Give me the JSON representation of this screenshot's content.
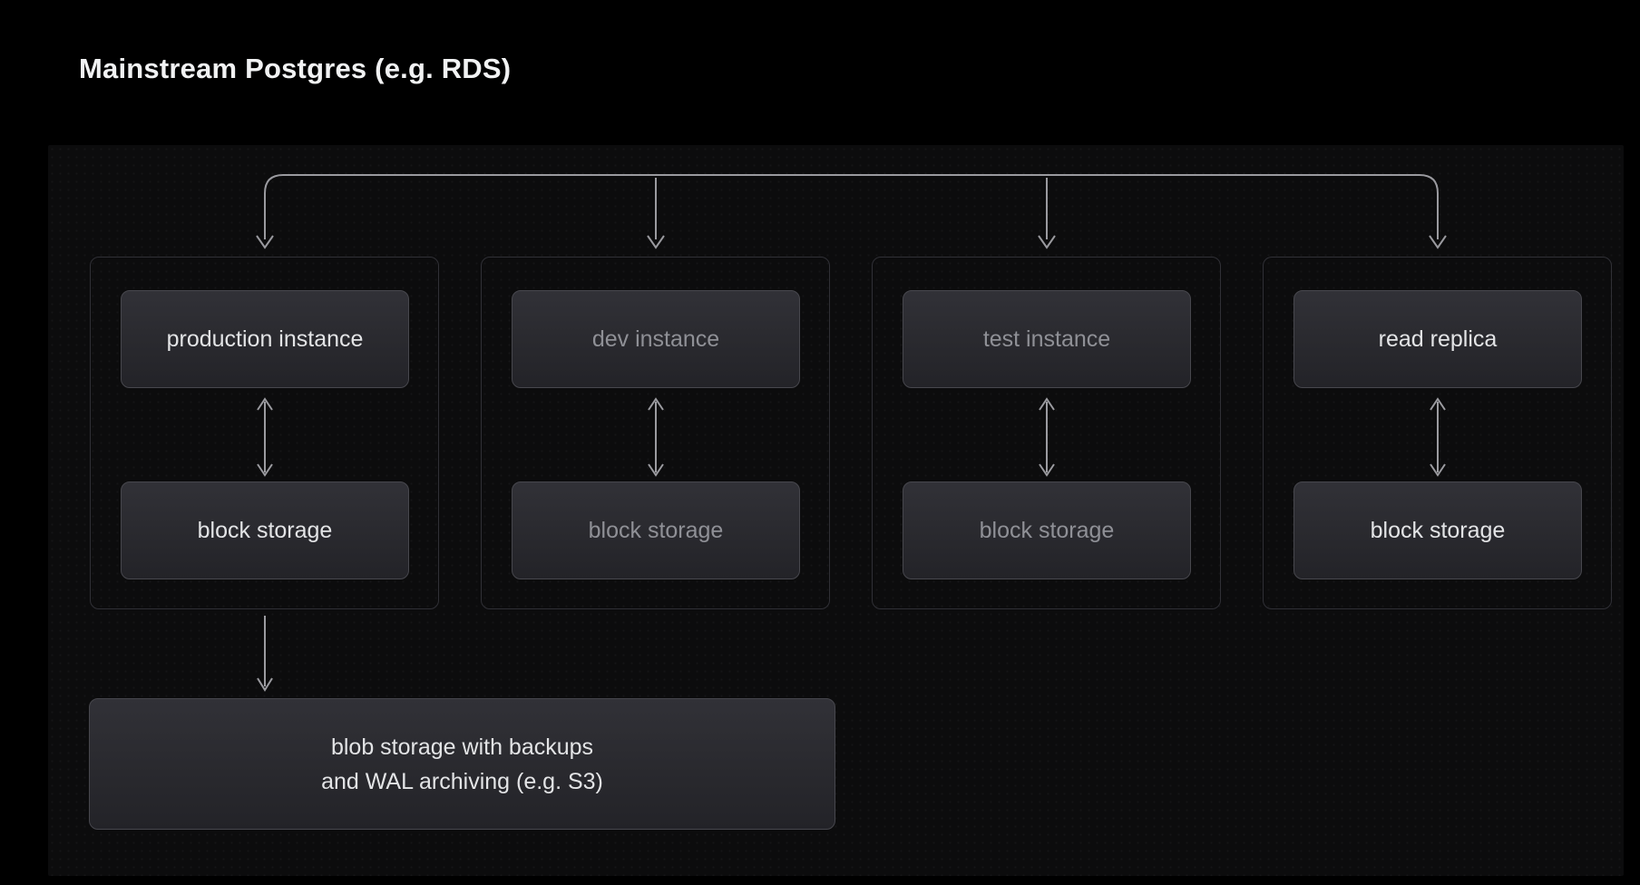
{
  "title": "Mainstream Postgres (e.g. RDS)",
  "columns": [
    {
      "instance": "production instance",
      "storage": "block storage"
    },
    {
      "instance": "dev instance",
      "storage": "block storage"
    },
    {
      "instance": "test instance",
      "storage": "block storage"
    },
    {
      "instance": "read replica",
      "storage": "block storage"
    }
  ],
  "blob": {
    "line1": "blob storage with backups",
    "line2": "and WAL archiving (e.g. S3)"
  },
  "colors": {
    "background": "#000000",
    "panel": "#0c0c0d",
    "node_fill_top": "#313137",
    "node_fill_bottom": "#232328",
    "node_border": "#47474d",
    "container_border": "#303036",
    "text_bright": "#e3e4e6",
    "text_dim": "#8f9096",
    "connector": "#9a9a9f"
  }
}
